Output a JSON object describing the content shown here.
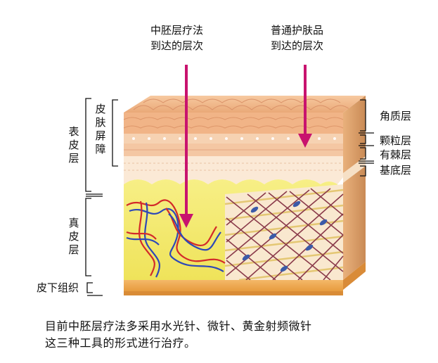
{
  "arrows": {
    "left_label_line1": "中胚层疗法",
    "left_label_line2": "到达的层次",
    "right_label_line1": "普通护肤品",
    "right_label_line2": "到达的层次",
    "left_color": "#c8136e",
    "right_color": "#c8136e"
  },
  "left_labels": {
    "epidermis": "表皮层",
    "skin_barrier": "皮肤屏障",
    "dermis": "真皮层",
    "subcutaneous": "皮下组织"
  },
  "right_labels": {
    "stratum_corneum": "角质层",
    "stratum_granulosum": "颗粒层",
    "stratum_spinosum": "有棘层",
    "stratum_basale": "基底层"
  },
  "caption": {
    "line1": "目前中胚层疗法多采用水光针、微针、黄金射频微针",
    "line2": "这三种工具的形式进行治疗。"
  },
  "colors": {
    "skin_top": "#f2b98a",
    "epidermis_pale": "#fbe6cf",
    "dermis_yellow": "#f5ea6a",
    "dermis_side": "#d99a5a",
    "fat": "#f0a94e"
  }
}
